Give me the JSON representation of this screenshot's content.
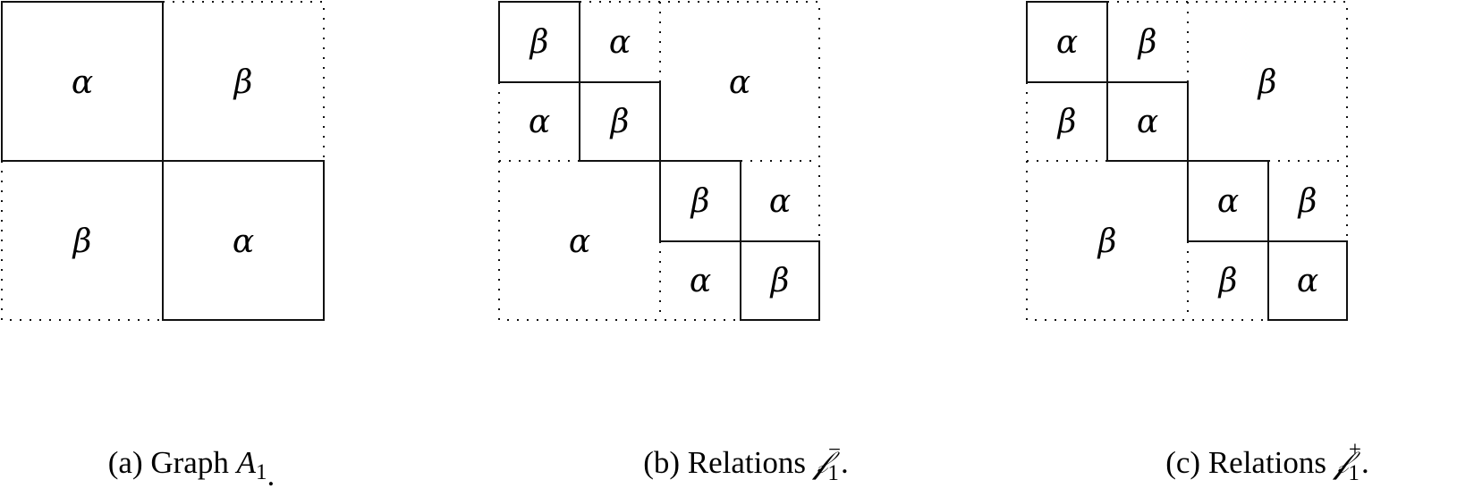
{
  "panels": [
    {
      "id": "a",
      "caption_prefix": "(a) Graph ",
      "caption_symbol": "A",
      "caption_sub": "1",
      "caption_sup": "",
      "caption_suffix": ".",
      "block_labels": [
        "α",
        "β",
        "β",
        "α"
      ],
      "quad_labels": []
    },
    {
      "id": "b",
      "caption_prefix": "(b) Relations ",
      "caption_symbol": "𝒻",
      "caption_sub": "1",
      "caption_sup": "−",
      "caption_suffix": ".",
      "block_labels": [
        "α",
        "α"
      ],
      "quad_labels": [
        "β",
        "α",
        "α",
        "β",
        "β",
        "α",
        "α",
        "β"
      ]
    },
    {
      "id": "c",
      "caption_prefix": "(c) Relations ",
      "caption_symbol": "𝒻",
      "caption_sub": "1",
      "caption_sup": "+",
      "caption_suffix": ".",
      "block_labels": [
        "β",
        "β"
      ],
      "quad_labels": [
        "α",
        "β",
        "β",
        "α",
        "α",
        "β",
        "β",
        "α"
      ]
    }
  ]
}
